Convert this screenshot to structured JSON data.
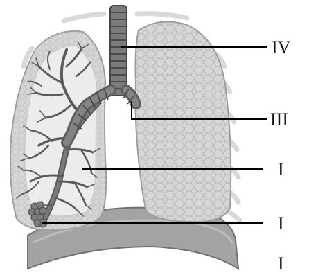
{
  "figure": {
    "labels": [
      {
        "id": "label-iv",
        "text": "IV"
      },
      {
        "id": "label-iii",
        "text": "III"
      },
      {
        "id": "label-i-bronchi",
        "text": "I"
      },
      {
        "id": "label-i-alveoli",
        "text": "I"
      },
      {
        "id": "label-i-diaphragm",
        "text": "I"
      }
    ]
  },
  "colors": {
    "lung_fill": "#d4d4d4",
    "lung_cells": "#b3b3b3",
    "inner_fill": "#e7e7e7",
    "airway": "#6e6e6e",
    "airway_dark": "#4a4a4a",
    "diaphragm": "#8f8f8f",
    "rib": "#e3e3e3",
    "leader": "#000000"
  }
}
